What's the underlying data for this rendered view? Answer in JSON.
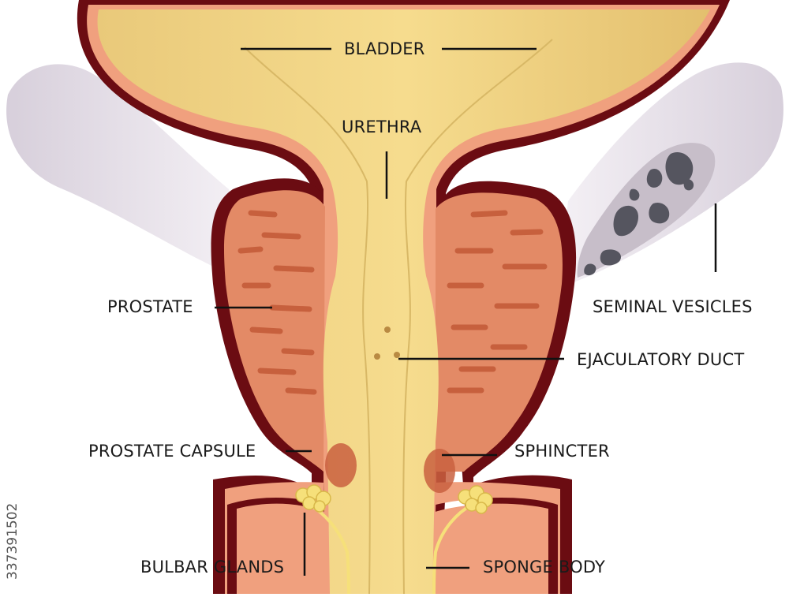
{
  "labels": {
    "bladder": "BLADDER",
    "urethra": "URETHRA",
    "prostate": "PROSTATE",
    "seminal_vesicles": "SEMINAL VESICLES",
    "ejaculatory_duct": "EJACULATORY DUCT",
    "prostate_capsule": "PROSTATE CAPSULE",
    "sphincter": "SPHINCTER",
    "bulbar_glands": "BULBAR GLANDS",
    "sponge_body": "SPONGE BODY"
  },
  "watermark": "337391502",
  "colors": {
    "outline": "#6b0c12",
    "tissue": "#f0a07e",
    "prostate": "#e38a66",
    "streak": "#c7603d",
    "lumen": "#f2d382",
    "vesicle": "#e6dfe7",
    "vesicle_spots": "#5a5a64",
    "gland": "#f6e07a"
  }
}
